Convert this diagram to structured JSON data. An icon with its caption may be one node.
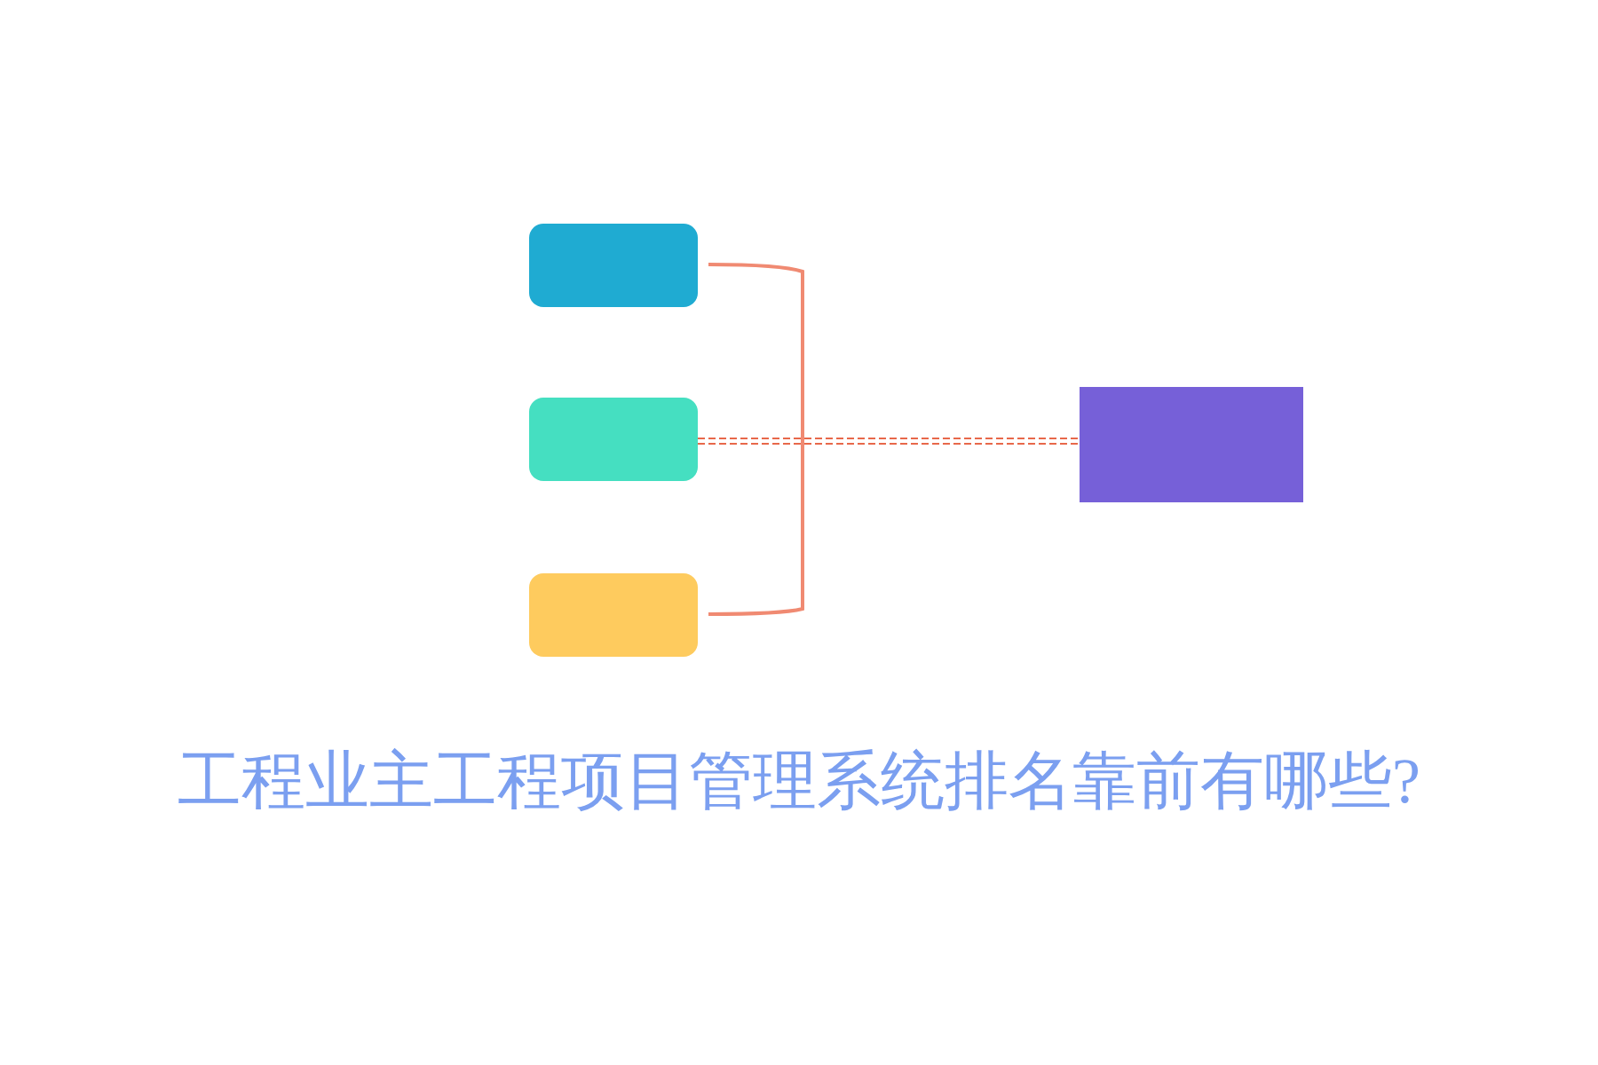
{
  "diagram": {
    "title": "工程业主工程项目管理系统排名靠前有哪些?",
    "nodes": [
      {
        "text": [],
        "shape": "box"
      },
      {
        "text": [],
        "shape": "box"
      },
      {
        "text": [],
        "shape": "box"
      },
      {
        "text": [],
        "shape": "box"
      }
    ],
    "edges": [
      {
        "from": 1,
        "to": 3,
        "arrow": "none",
        "style": "dashed"
      }
    ]
  }
}
